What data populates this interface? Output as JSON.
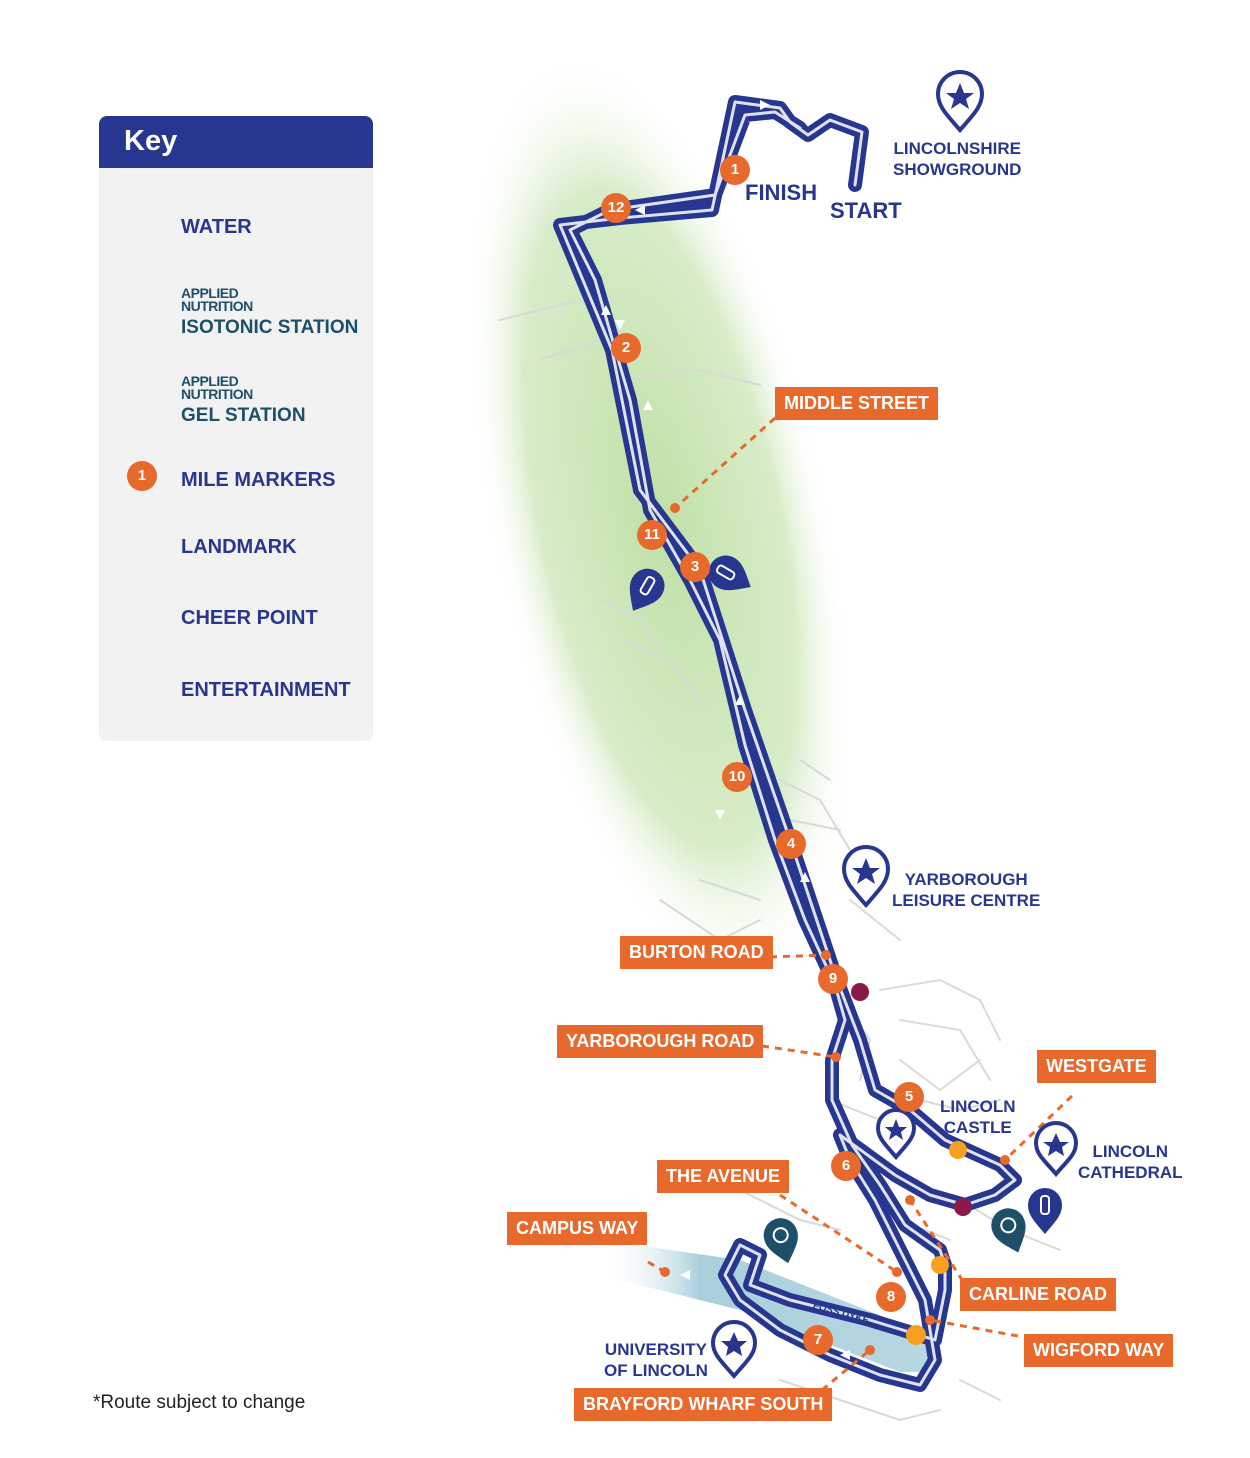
{
  "key": {
    "title": "Key",
    "items": [
      {
        "label": "WATER",
        "icon": "water-bottle-pin-icon"
      },
      {
        "brand": "APPLIED NUTRITION",
        "label": "ISOTONIC STATION",
        "icon": "isotonic-station-pin-icon"
      },
      {
        "brand": "APPLIED NUTRITION",
        "label": "GEL STATION",
        "icon": "gel-station-pin-icon"
      },
      {
        "label": "MILE MARKERS",
        "icon": "mile-marker-icon",
        "sample": "1"
      },
      {
        "label": "LANDMARK",
        "icon": "landmark-star-pin-icon"
      },
      {
        "label": "CHEER POINT",
        "icon": "cheer-point-megaphone-icon"
      },
      {
        "label": "ENTERTAINMENT",
        "icon": "entertainment-music-icon"
      }
    ]
  },
  "note": "*Route subject to change",
  "finish_label": "FINISH",
  "start_label": "START",
  "water_label": "FOSS DYKE",
  "landmarks": [
    {
      "id": "showground",
      "text": "LINCOLNSHIRE\nSHOWGROUND"
    },
    {
      "id": "yarborough",
      "text": "YARBOROUGH\nLEISURE CENTRE"
    },
    {
      "id": "castle",
      "text": "LINCOLN\nCASTLE"
    },
    {
      "id": "cathedral",
      "text": "LINCOLN\nCATHEDRAL"
    },
    {
      "id": "university",
      "text": "UNIVERSITY\nOF LINCOLN"
    }
  ],
  "streets": [
    {
      "id": "middle-street",
      "text": "MIDDLE STREET"
    },
    {
      "id": "burton-road",
      "text": "BURTON ROAD"
    },
    {
      "id": "yarborough-road",
      "text": "YARBOROUGH ROAD"
    },
    {
      "id": "westgate",
      "text": "WESTGATE"
    },
    {
      "id": "the-avenue",
      "text": "THE AVENUE"
    },
    {
      "id": "campus-way",
      "text": "CAMPUS WAY"
    },
    {
      "id": "carline-road",
      "text": "CARLINE ROAD"
    },
    {
      "id": "wigford-way",
      "text": "WIGFORD WAY"
    },
    {
      "id": "brayford-wharf-south",
      "text": "BRAYFORD WHARF SOUTH"
    }
  ],
  "mile_markers": [
    "1",
    "2",
    "3",
    "4",
    "5",
    "6",
    "7",
    "8",
    "9",
    "10",
    "11",
    "12"
  ],
  "colors": {
    "route": "#27378f",
    "orange": "#e8692c",
    "cheer": "#8b1a4a",
    "entertainment": "#f5a01f",
    "isotonic": "#1e4f69",
    "park": "#bfe0a7",
    "water": "#a9cfdc",
    "street_grid": "#d7d7d7"
  }
}
